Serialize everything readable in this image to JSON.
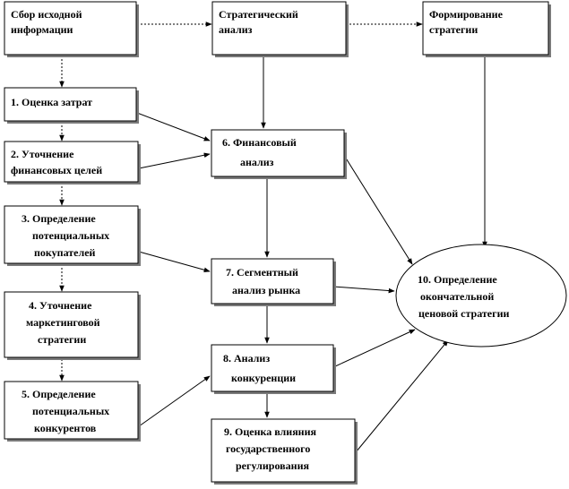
{
  "nodes": {
    "sbor": [
      "Сбор исходной",
      "информации"
    ],
    "strat_analiz": [
      "Стратегический",
      "анализ"
    ],
    "formirovanie": [
      "Формирование",
      "стратегии"
    ],
    "n1": [
      "1. Оценка затрат"
    ],
    "n2": [
      "2. Уточнение",
      "финансовых целей"
    ],
    "n3": [
      "3. Определение",
      "потенциальных",
      "покупателей"
    ],
    "n4": [
      "4. Уточнение",
      "маркетинговой",
      "стратегии"
    ],
    "n5": [
      "5. Определение",
      "потенциальных",
      "конкурентов"
    ],
    "n6": [
      "6. Финансовый",
      "анализ"
    ],
    "n7": [
      "7. Сегментный",
      "анализ рынка"
    ],
    "n8": [
      "8. Анализ",
      "конкуренции"
    ],
    "n9": [
      "9. Оценка влияния",
      "государственного",
      "регулирования"
    ],
    "n10": [
      "10. Определение",
      "окончательной",
      "ценовой стратегии"
    ]
  }
}
